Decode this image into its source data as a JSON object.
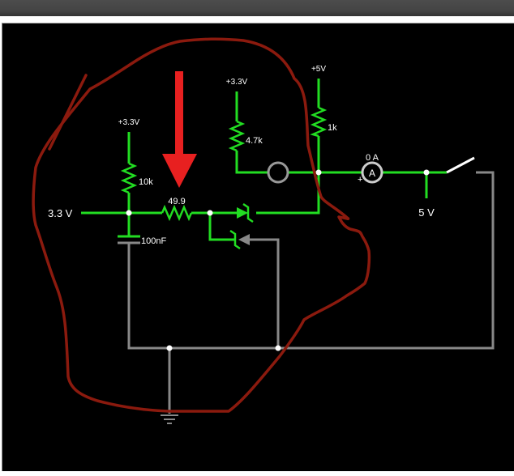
{
  "window": {
    "title": ""
  },
  "circuit": {
    "colors": {
      "active_wire": "#22dd22",
      "inactive_wire": "#888888",
      "annotation_red": "#e82020",
      "annotation_outline": "#8b1a0e",
      "background": "#000000",
      "label": "#ffffff"
    },
    "labels": {
      "supply_left": "+3.3V",
      "supply_mid": "+3.3V",
      "supply_right": "+5V",
      "r_pullup_left": "10k",
      "r_series": "49.9",
      "r_pullup_mid": "4.7k",
      "r_pullup_right": "1k",
      "capacitor": "100nF",
      "input_voltage": "3.3 V",
      "ammeter_reading": "0 A",
      "ammeter_symbol": "A",
      "ammeter_polarity": "+",
      "output_voltage": "5 V"
    },
    "components": [
      {
        "type": "voltage-source-label",
        "value": "3.3 V"
      },
      {
        "type": "resistor",
        "value": "10k",
        "supply": "+3.3V"
      },
      {
        "type": "capacitor",
        "value": "100nF"
      },
      {
        "type": "resistor",
        "value": "49.9"
      },
      {
        "type": "zener-diode",
        "state": "active"
      },
      {
        "type": "zener-diode",
        "state": "inactive"
      },
      {
        "type": "resistor",
        "value": "4.7k",
        "supply": "+3.3V"
      },
      {
        "type": "lamp",
        "state": "off"
      },
      {
        "type": "resistor",
        "value": "1k",
        "supply": "+5V"
      },
      {
        "type": "ammeter",
        "reading": "0 A"
      },
      {
        "type": "voltage-output-label",
        "value": "5 V"
      },
      {
        "type": "switch",
        "state": "open"
      },
      {
        "type": "ground"
      }
    ]
  }
}
